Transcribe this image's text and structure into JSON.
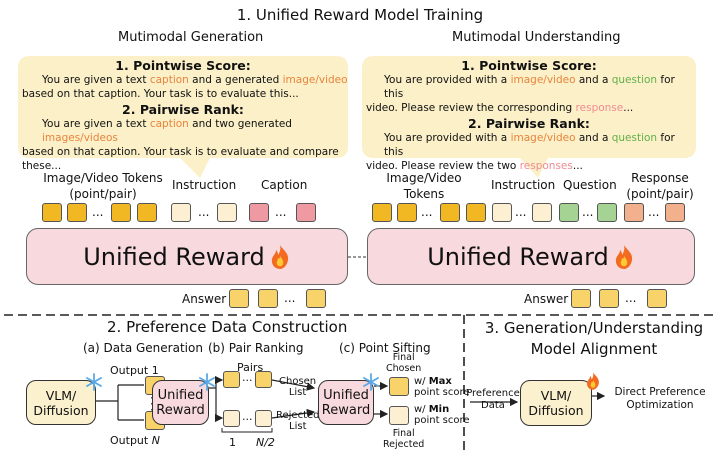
{
  "header": {
    "title": "1. Unified Reward Model Training",
    "left_subtitle": "Mutimodal Generation",
    "right_subtitle": "Mutimodal Understanding"
  },
  "gen_bubble": {
    "pointwise_title": "1. Pointwise Score:",
    "pw_a": "You are given a text ",
    "pw_caption": "caption",
    "pw_b": " and a generated ",
    "pw_media": "image/video",
    "pw_line2": "based on that caption. Your task is to evaluate this...",
    "pairwise_title": "2. Pairwise Rank:",
    "pr_a": "You are given a text ",
    "pr_caption": "caption",
    "pr_b": " and two generated ",
    "pr_media": "images/videos",
    "pr_line2": "based on that caption. Your task is to evaluate and compare",
    "pr_line3": "these..."
  },
  "und_bubble": {
    "pointwise_title": "1. Pointwise Score:",
    "pw_a": "You are provided with a ",
    "pw_media": "image/video",
    "pw_b": " and a ",
    "pw_question": "question",
    "pw_c": " for this",
    "pw_d": "video. Please review the corresponding ",
    "pw_response": "response",
    "pw_e": "...",
    "pairwise_title": "2. Pairwise Rank:",
    "pr_a": "You are provided with a ",
    "pr_media": "image/video",
    "pr_b": " and a ",
    "pr_question": "question",
    "pr_c": " for this",
    "pr_d": "video. Please review the two ",
    "pr_responses": "responses",
    "pr_e": "..."
  },
  "left_tokens": {
    "image_label_1": "Image/Video Tokens",
    "image_label_2": "(point/pair)",
    "instruction_label": "Instruction",
    "caption_label": "Caption",
    "ellipsis": "..."
  },
  "right_tokens": {
    "image_label_1": "Image/Video",
    "image_label_2": "Tokens",
    "instruction_label": "Instruction",
    "question_label": "Question",
    "response_label_1": "Response",
    "response_label_2": "(point/pair)",
    "ellipsis": "..."
  },
  "reward_model": {
    "label": "Unified Reward",
    "answer_label": "Answer"
  },
  "section2": {
    "title": "2. Preference Data Construction",
    "step_a": "(a) Data Generation",
    "step_b": "(b) Pair Ranking",
    "step_c": "(c) Point Sifting",
    "vlm_1": "VLM/",
    "vlm_2": "Diffusion",
    "output_1": "Output 1",
    "output_n_prefix": "Output ",
    "output_n_var": "N",
    "unified_1": "Unified",
    "unified_2": "Reward",
    "pairs": "Pairs",
    "chosen_list_1": "Chosen",
    "chosen_list_2": "List",
    "rejected_list_1": "Rejected",
    "rejected_list_2": "List",
    "index_1": "1",
    "index_n2": "N/2",
    "final_chosen_1": "Final",
    "final_chosen_2": "Chosen",
    "final_rejected_1": "Final",
    "final_rejected_2": "Rejected",
    "wmax_prefix": "w/ ",
    "wmax": "Max",
    "wmin_prefix": "w/ ",
    "wmin": "Min",
    "point_score": "point score"
  },
  "section3": {
    "title_1": "3. Generation/Understanding",
    "title_2": "Model Alignment",
    "pref_1": "Preference",
    "pref_2": "Data",
    "vlm_1": "VLM/",
    "vlm_2": "Diffusion",
    "dpo_1": "Direct Preference",
    "dpo_2": "Optimization"
  },
  "colors": {
    "bubble": "#fbf0c8",
    "reward_fill": "#f8d9de",
    "token_yellow": "#f1b824",
    "token_pink": "#ef9aa3",
    "token_green": "#a5d394",
    "token_peach": "#f3b08d",
    "vlm_fill": "#fcf1cf",
    "highlight_orange": "#e8843c",
    "highlight_green": "#63b04a"
  },
  "icons": [
    "fire-icon",
    "snowflake-icon"
  ]
}
